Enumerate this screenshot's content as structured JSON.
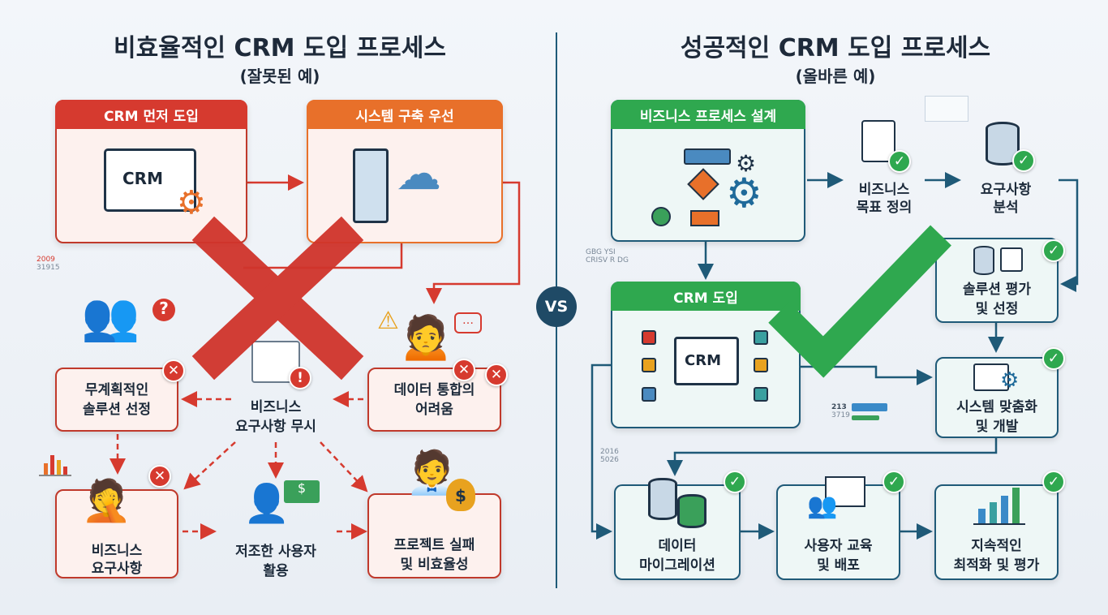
{
  "left": {
    "title": "비효율적인 CRM 도입 프로세스",
    "subtitle": "(잘못된 예)",
    "box_crm_first": {
      "header": "CRM 먼저 도입",
      "screen_label": "CRM"
    },
    "box_system_first": {
      "header": "시스템 구축 우선"
    },
    "unplanned": {
      "line1": "무계획적인",
      "line2": "솔루션 선정"
    },
    "ignore_req": {
      "line1": "비즈니스",
      "line2": "요구사항 무시"
    },
    "data_integration": {
      "line1": "데이터 통합의",
      "line2": "어려움"
    },
    "business_req": {
      "line1": "비즈니스",
      "line2": "요구사항"
    },
    "low_usage": {
      "line1": "저조한 사용자",
      "line2": "활용"
    },
    "project_fail": {
      "line1": "프로젝트 실패",
      "line2": "및 비효율성"
    },
    "mini_stats": [
      "2009",
      "31915"
    ]
  },
  "vs": "VS",
  "right": {
    "title": "성공적인 CRM 도입 프로세스",
    "subtitle": "(올바른 예)",
    "process_design": {
      "header": "비즈니스 프로세스 설계"
    },
    "goal": {
      "line1": "비즈니스",
      "line2": "목표 정의"
    },
    "req_analysis": {
      "line1": "요구사항",
      "line2": "분석"
    },
    "solution_eval": {
      "line1": "솔루션 평가",
      "line2": "및 선정"
    },
    "crm_intro": {
      "header": "CRM 도입",
      "screen_label": "CRM"
    },
    "customize": {
      "line1": "시스템 맞춤화",
      "line2": "및 개발"
    },
    "migration": {
      "line1": "데이터",
      "line2": "마이그레이션"
    },
    "training": {
      "line1": "사용자 교육",
      "line2": "및 배포"
    },
    "optimize": {
      "line1": "지속적인",
      "line2": "최적화 및 평가"
    },
    "mini_stats_a": [
      "GBG YSI",
      "CRISV R DG"
    ],
    "mini_stats_b": [
      "213",
      "3719"
    ],
    "mini_stats_c": [
      "2016",
      "5026"
    ]
  },
  "colors": {
    "red": "#d63a2f",
    "orange": "#e8702a",
    "green": "#2fa84f",
    "navy": "#1f5a78"
  }
}
